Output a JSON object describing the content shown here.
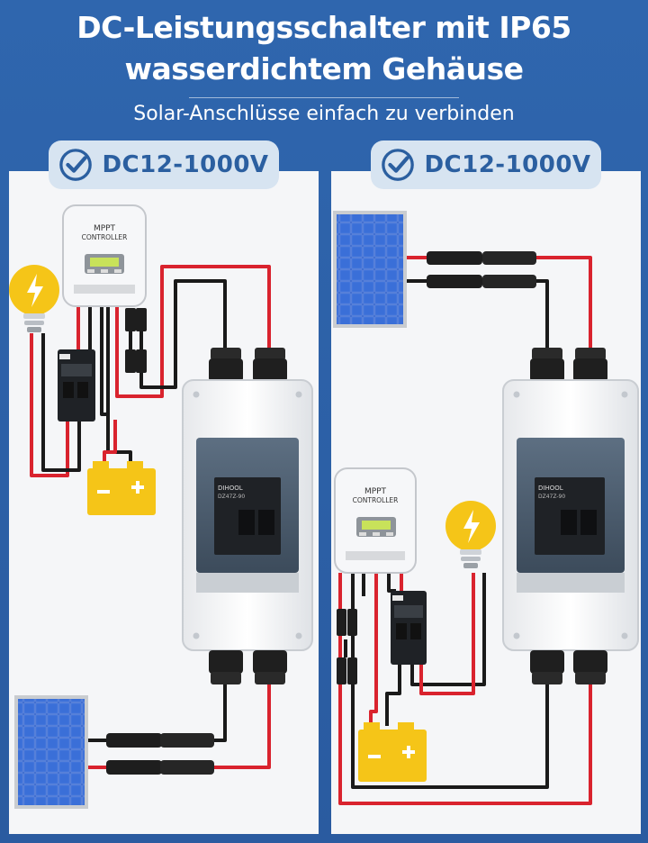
{
  "header": {
    "title_line1": "DC-Leistungsschalter mit IP65",
    "title_line2": "wasserdichtem Gehäuse",
    "subtitle": "Solar-Anschlüsse einfach zu verbinden"
  },
  "badges": [
    {
      "label": "DC12-1000V",
      "icon": "check-circle-icon"
    },
    {
      "label": "DC12-1000V",
      "icon": "check-circle-icon"
    }
  ],
  "controller": {
    "line1": "MPPT",
    "line2": "CONTROLLER"
  },
  "breaker": {
    "brand": "DIHOOL",
    "model": "DZ47Z-90"
  },
  "colors": {
    "background": "#2d62aa",
    "wire_red": "#d9232e",
    "wire_black": "#1a1a1a",
    "battery": "#f5c518",
    "bulb": "#f5c518",
    "badge_bg": "#d7e4f1",
    "badge_text": "#2b5fa0"
  }
}
